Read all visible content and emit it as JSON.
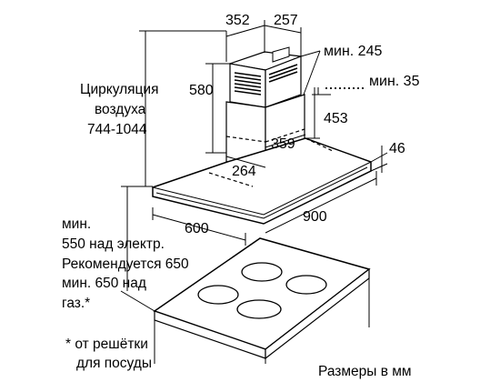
{
  "dimensions": {
    "chimney_width": "352",
    "chimney_depth": "257",
    "min_245": "мин. 245",
    "min_35": "мин. 35",
    "upper_height": "580",
    "lower_height": "453",
    "inner_width": "359",
    "inner_depth": "264",
    "canopy_thickness": "46",
    "canopy_depth": "600",
    "canopy_width": "900"
  },
  "labels": {
    "airflow_line1": "Циркуляция",
    "airflow_line2": "воздуха",
    "airflow_line3": "744-1044",
    "clearance_line1": "мин.",
    "clearance_line2": "550 над электр.",
    "clearance_line3": "Рекомендуется 650",
    "clearance_line4": "мин. 650 над",
    "clearance_line5": "газ.*",
    "footnote_line1": "* от решётки",
    "footnote_line2": "для посуды",
    "units_note": "Размеры в мм"
  }
}
